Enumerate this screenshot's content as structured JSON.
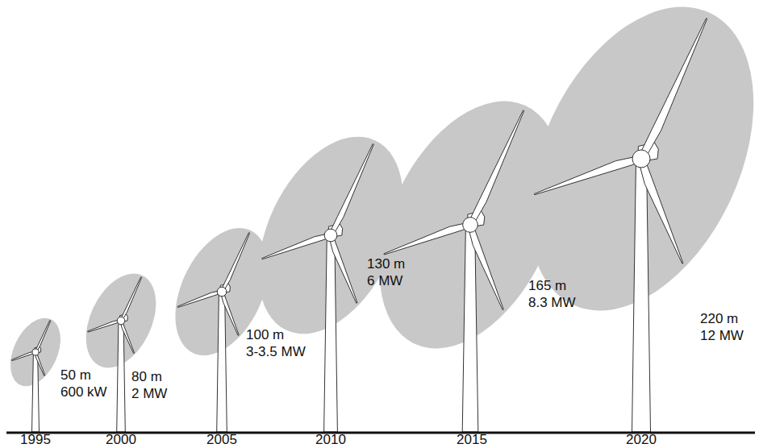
{
  "diagram": {
    "labels": [
      "50 m",
      "600 kW",
      "80 m",
      "2 MW",
      "100 m",
      "3-3.5 MW",
      "130 m",
      "6 MW",
      "165 m",
      "8.3 MW",
      "220 m",
      "12 MW",
      "1995",
      "2000",
      "2005",
      "2010",
      "2015",
      "2020"
    ]
  }
}
